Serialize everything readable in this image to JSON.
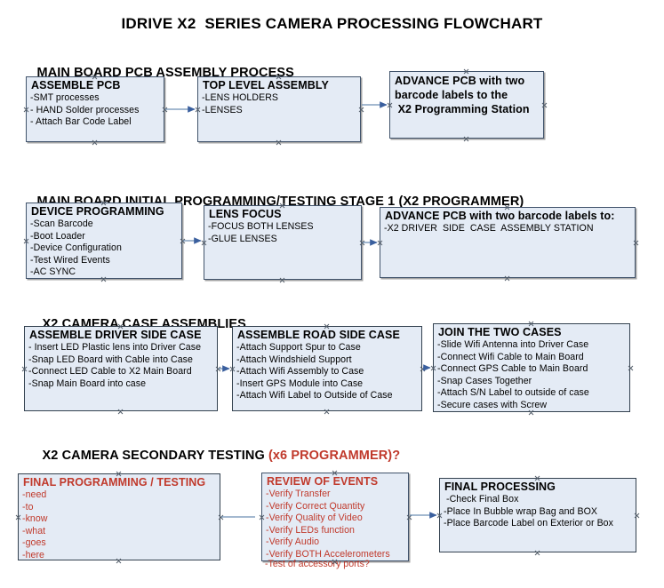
{
  "document": {
    "title": "IDRIVE X2  SERIES CAMERA PROCESSING FLOWCHART",
    "background": "#ffffff",
    "node_fill": "#e4ebf5",
    "node_border": "#41536b",
    "accent_red": "#c0392b",
    "connector_color": "#5b7fa6"
  },
  "sections": [
    {
      "id": "main-board-pcb-assembly",
      "heading": "MAIN BOARD PCB ASSEMBLY PROCESS",
      "heading_accent": "",
      "nodes": [
        {
          "id": "assemble-pcb",
          "title": "ASSEMBLE PCB",
          "lines": [
            "-SMT processes",
            "- HAND Solder processes",
            "- Attach Bar Code Label"
          ],
          "color": "black"
        },
        {
          "id": "top-level-assembly",
          "title": "TOP LEVEL ASSEMBLY",
          "lines": [
            "-LENS HOLDERS",
            "-LENSES"
          ],
          "color": "black"
        },
        {
          "id": "advance-pcb-x2-programming-station",
          "title": "ADVANCE PCB with two\nbarcode labels to the\n X2 Programming Station",
          "lines": [],
          "color": "black"
        }
      ]
    },
    {
      "id": "main-board-initial-programming",
      "heading": "MAIN BOARD INITIAL PROGRAMMING/TESTING STAGE 1 (X2 PROGRAMMER)",
      "heading_accent": "",
      "nodes": [
        {
          "id": "device-programming",
          "title": "DEVICE PROGRAMMING",
          "lines": [
            "-Scan Barcode",
            "-Boot Loader",
            "-Device Configuration",
            "-Test Wired Events",
            "-AC SYNC"
          ],
          "color": "black"
        },
        {
          "id": "lens-focus",
          "title": "LENS FOCUS",
          "lines": [
            "-FOCUS BOTH LENSES",
            "-GLUE LENSES"
          ],
          "color": "black"
        },
        {
          "id": "advance-pcb-driver-side-case",
          "title": "ADVANCE PCB with two barcode labels to:",
          "lines": [
            "-X2 DRIVER  SIDE  CASE  ASSEMBLY STATION"
          ],
          "color": "black"
        }
      ]
    },
    {
      "id": "x2-camera-case-assemblies",
      "heading": "X2 CAMERA CASE ASSEMBLIES",
      "heading_accent": "",
      "nodes": [
        {
          "id": "assemble-driver-side-case",
          "title": "ASSEMBLE DRIVER SIDE CASE",
          "lines": [
            "- Insert LED Plastic lens into Driver Case",
            "-Snap LED Board with Cable into Case",
            "-Connect LED Cable to X2 Main Board",
            "-Snap Main Board into case"
          ],
          "color": "black"
        },
        {
          "id": "assemble-road-side-case",
          "title": "ASSEMBLE ROAD SIDE CASE",
          "lines": [
            "-Attach Support Spur to Case",
            "-Attach Windshield Support",
            "-Attach Wifi Assembly to Case",
            "-Insert GPS Module into Case",
            "-Attach Wifi Label to Outside of Case"
          ],
          "color": "black"
        },
        {
          "id": "join-the-two-cases",
          "title": "JOIN THE TWO CASES",
          "lines": [
            "-Slide Wifi Antenna into Driver Case",
            "-Connect Wifi Cable to Main Board",
            "-Connect GPS Cable to Main Board",
            "-Snap Cases Together",
            "-Attach S/N Label to outside of case",
            "-Secure cases with Screw"
          ],
          "color": "black"
        }
      ]
    },
    {
      "id": "x2-camera-secondary-testing",
      "heading": "X2 CAMERA SECONDARY TESTING ",
      "heading_accent": "(x6 PROGRAMMER)?",
      "nodes": [
        {
          "id": "final-programming-testing",
          "title": "FINAL PROGRAMMING / TESTING",
          "lines": [
            "-need",
            "-to",
            "-know",
            "-what",
            "-goes",
            "-here"
          ],
          "color": "red"
        },
        {
          "id": "review-of-events",
          "title": "REVIEW OF EVENTS",
          "lines": [
            "-Verify Transfer",
            "-Verify Correct Quantity",
            "-Verify Quality of Video",
            "-Verify LEDs function",
            "-Verify Audio",
            "-Verify BOTH Accelerometers"
          ],
          "overflow_line": "-Test of accessory ports?",
          "color": "red"
        },
        {
          "id": "final-processing",
          "title": "FINAL PROCESSING",
          "lines": [
            " -Check Final Box",
            "-Place In Bubble wrap Bag and BOX",
            "-Place Barcode Label on Exterior or Box"
          ],
          "color": "black"
        }
      ]
    }
  ]
}
